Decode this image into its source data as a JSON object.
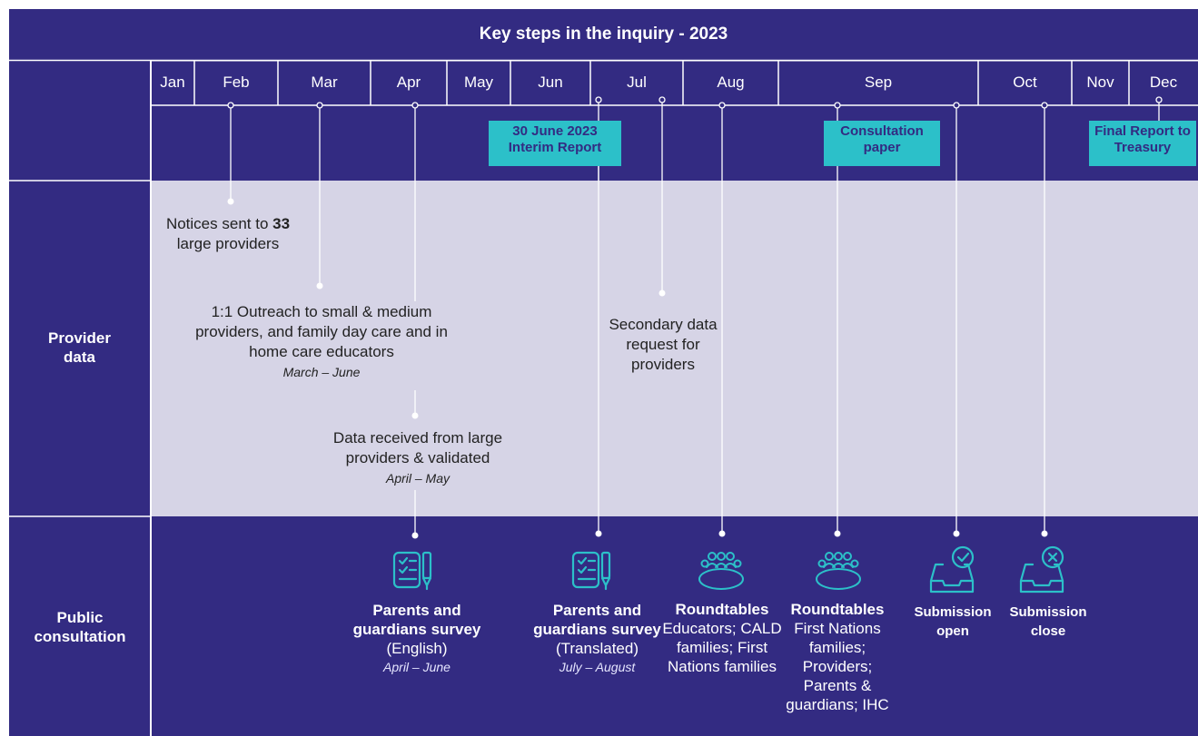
{
  "title": "Key steps in the inquiry - 2023",
  "months": [
    "Jan",
    "Feb",
    "Mar",
    "Apr",
    "May",
    "Jun",
    "Jul",
    "Aug",
    "Sep",
    "Oct",
    "Nov",
    "Dec"
  ],
  "rows": {
    "provider": "Provider data",
    "public": "Public consultation"
  },
  "milestones": {
    "interim": "30 June 2023 Interim Report",
    "consultation": "Consultation paper",
    "final": "Final Report to Treasury"
  },
  "provider": {
    "notices_pre": "Notices sent to ",
    "notices_num": "33",
    "notices_post": " large providers",
    "outreach": "1:1 Outreach to small & medium providers, and family day care and in home care educators",
    "outreach_dates": "March – June",
    "secondary": "Secondary data request for providers",
    "received": "Data received from large providers & validated",
    "received_dates": "April – May"
  },
  "public": {
    "survey_en_title": "Parents and guardians survey",
    "survey_en_sub": "(English)",
    "survey_en_dates": "April – June",
    "survey_tr_title": "Parents and guardians survey",
    "survey_tr_sub": "(Translated)",
    "survey_tr_dates": "July – August",
    "rt1_title": "Roundtables",
    "rt1_sub": "Educators; CALD families; First Nations families",
    "rt2_title": "Roundtables",
    "rt2_sub": "First Nations families; Providers; Parents & guardians; IHC",
    "sub_open": "Submission open",
    "sub_close": "Submission close"
  },
  "colors": {
    "navy": "#332b82",
    "lavender": "#d6d4e6",
    "teal": "#2cc0c9"
  },
  "icons": [
    "survey-icon",
    "roundtable-icon",
    "inbox-check-icon",
    "inbox-x-icon"
  ]
}
